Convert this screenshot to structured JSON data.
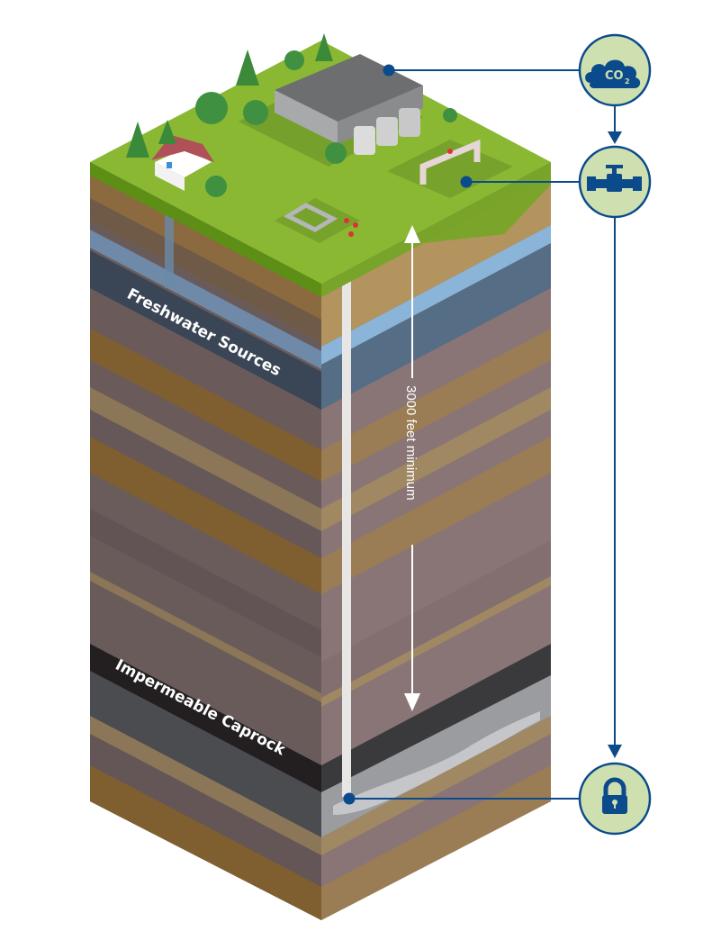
{
  "diagram": {
    "title": "CO2 capture and geologic storage cross-section",
    "labels": {
      "freshwater": "Freshwater Sources",
      "caprock": "Impermeable Caprock",
      "depth": "3000 feet minimum"
    },
    "icons": [
      {
        "name": "co2-cloud-icon",
        "text": "CO",
        "sub": "2",
        "meaning": "CO2 capture at facility"
      },
      {
        "name": "pipeline-valve-icon",
        "meaning": "Pipeline transport"
      },
      {
        "name": "padlock-icon",
        "meaning": "Secure underground storage"
      }
    ],
    "colors": {
      "icon_fill": "#cfe0b0",
      "accent_blue": "#0b4a8b",
      "grass": "#8ab833",
      "caprock": "#2a2728",
      "freshwater": "#3a4555"
    }
  }
}
